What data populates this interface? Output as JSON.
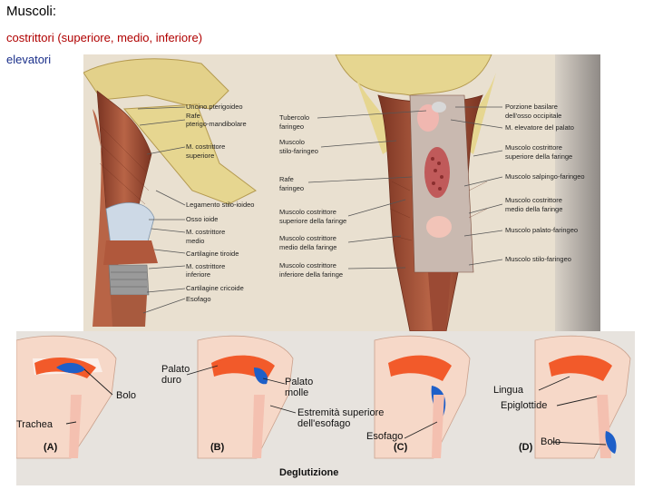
{
  "slide": {
    "title": "Muscoli:",
    "line1": "costrittori (superiore, medio, inferiore)",
    "line2": "elevatori"
  },
  "figure_top": {
    "left_labels": [
      "Uncino pterigoideo",
      "Rafe",
      "pterigo-mandibolare",
      "M. costrittore",
      "superiore",
      "Legamento stilo-ioideo",
      "Osso ioide",
      "M. costrittore",
      "medio",
      "Cartilagine tiroide",
      "M. costrittore",
      "inferiore",
      "Cartilagine cricoide",
      "Esofago"
    ],
    "middle_labels": [
      "Tubercolo",
      "faringeo",
      "Muscolo",
      "stilo-faringeo",
      "Rafe",
      "faringeo",
      "Muscolo costrittore",
      "superiore della faringe",
      "Muscolo costrittore",
      "medio della faringe",
      "Muscolo costrittore",
      "inferiore della faringe"
    ],
    "right_labels": [
      "Porzione basilare",
      "dell'osso occipitale",
      "M. elevatore del palato",
      "Muscolo costrittore",
      "superiore della faringe",
      "Muscolo salpingo-faringeo",
      "Muscolo costrittore",
      "medio della faringe",
      "Muscolo palato-faringeo",
      "Muscolo stilo-faringeo"
    ]
  },
  "figure_bottom": {
    "labels": {
      "bolo_a": "Bolo",
      "trachea": "Trachea",
      "palato_duro_1": "Palato",
      "palato_duro_2": "duro",
      "palato_molle_1": "Palato",
      "palato_molle_2": "molle",
      "estremita_1": "Estremità superiore",
      "estremita_2": "dell'esofago",
      "esofago": "Esofago",
      "lingua": "Lingua",
      "epiglottide": "Epiglottide",
      "bolo_d": "Bolo"
    },
    "captions": [
      "(A)",
      "(B)",
      "(C)",
      "(D)"
    ],
    "footer": "Deglutizione"
  },
  "colors": {
    "title_text": "#000000",
    "line1_text": "#b00000",
    "line2_text": "#1a2f8a",
    "muscle": "#a4553a",
    "bone": "#e6d690",
    "bolus": "#1e5fc8",
    "palate": "#f25a2a"
  }
}
